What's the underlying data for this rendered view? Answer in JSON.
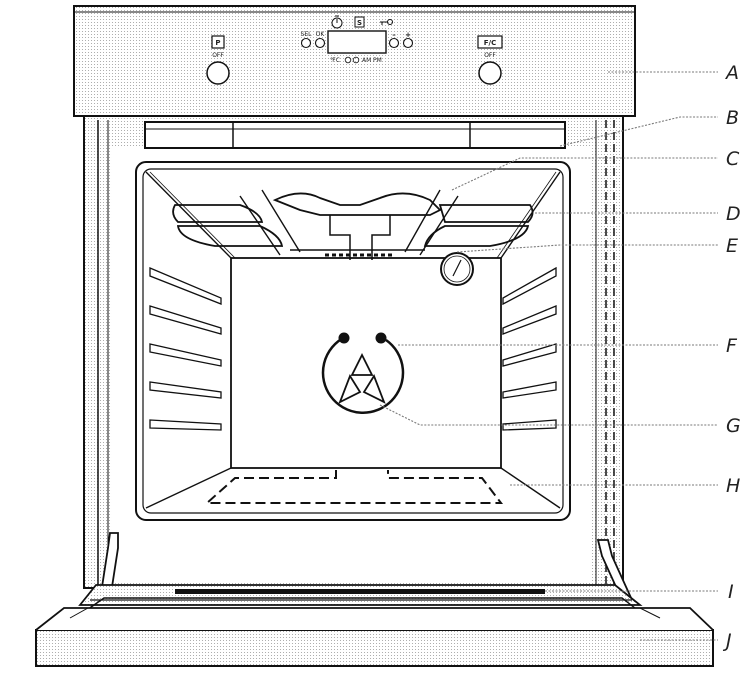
{
  "controls": {
    "left_knob_symbol": "P",
    "left_knob_off": "OFF",
    "right_knob_symbol": "F/C",
    "right_knob_off": "OFF",
    "button_left_1": "SEL",
    "button_left_2": "OK",
    "button_minus": "–",
    "button_plus": "+",
    "panel_center_symbol": "S",
    "display_bottom": "℉C",
    "display_am": "AM",
    "display_pm": "PM"
  },
  "callouts": [
    "A",
    "B",
    "C",
    "D",
    "E",
    "F",
    "G",
    "H",
    "I",
    "J"
  ],
  "icons": [
    "timer-icon",
    "key-lock-icon",
    "clock-icon",
    "thermometer-icon",
    "fan-icon",
    "oven-light-icon"
  ]
}
